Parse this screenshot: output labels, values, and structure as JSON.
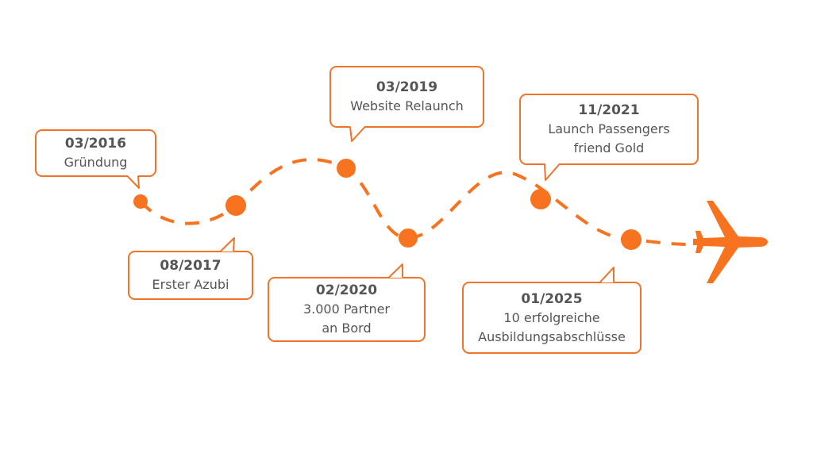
{
  "accent": "#f7731f",
  "milestones": [
    {
      "date": "03/2016",
      "text": [
        "Gründung"
      ]
    },
    {
      "date": "08/2017",
      "text": [
        "Erster Azubi"
      ]
    },
    {
      "date": "03/2019",
      "text": [
        "Website Relaunch"
      ]
    },
    {
      "date": "02/2020",
      "text": [
        "3.000 Partner",
        "an Bord"
      ]
    },
    {
      "date": "11/2021",
      "text": [
        "Launch Passengers",
        "friend Gold"
      ]
    },
    {
      "date": "01/2025",
      "text": [
        "10 erfolgreiche",
        "Ausbildungsabschlüsse"
      ]
    }
  ],
  "end_icon": "airplane-icon"
}
